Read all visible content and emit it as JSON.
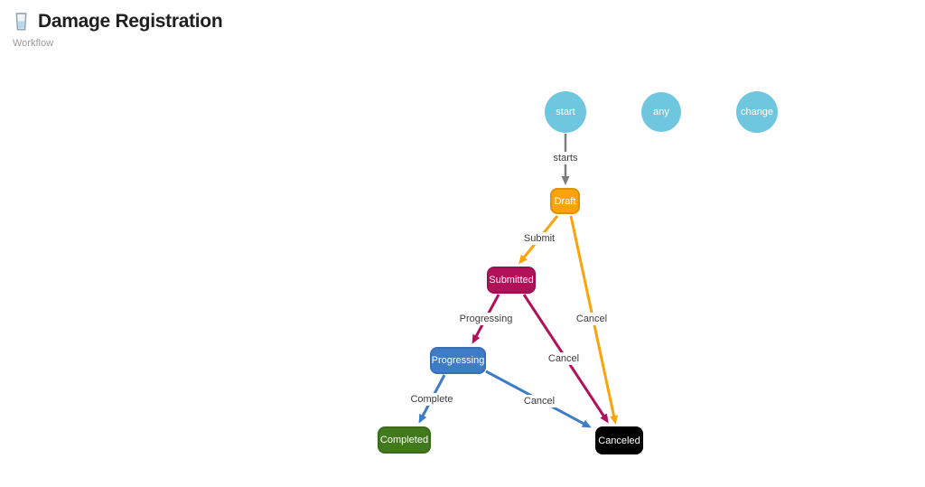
{
  "header": {
    "title": "Damage Registration",
    "subtitle": "Workflow",
    "icon": "glass-icon"
  },
  "diagram": {
    "nodes": {
      "start": {
        "label": "start",
        "type": "event-circle",
        "color": "#6EC6DF",
        "text_color": "#FFFFFF"
      },
      "any": {
        "label": "any",
        "type": "event-circle",
        "color": "#6EC6DF",
        "text_color": "#FFFFFF"
      },
      "change": {
        "label": "change",
        "type": "event-circle",
        "color": "#6EC6DF",
        "text_color": "#FFFFFF"
      },
      "draft": {
        "label": "Draft",
        "type": "state",
        "color": "#FAA30B",
        "text_color": "#FFFFFF"
      },
      "submitted": {
        "label": "Submitted",
        "type": "state",
        "color": "#B01159",
        "text_color": "#FFFFFF"
      },
      "progressing": {
        "label": "Progressing",
        "type": "state",
        "color": "#3E7CC7",
        "text_color": "#FFFFFF"
      },
      "completed": {
        "label": "Completed",
        "type": "state",
        "color": "#41791D",
        "text_color": "#FFFFFF"
      },
      "canceled": {
        "label": "Canceled",
        "type": "state",
        "color": "#000000",
        "text_color": "#FFFFFF"
      }
    },
    "edges": {
      "starts": {
        "label": "starts",
        "from": "start",
        "to": "draft",
        "color": "#7D7D7D"
      },
      "submit": {
        "label": "Submit",
        "from": "draft",
        "to": "submitted",
        "color": "#FAA30B"
      },
      "cancel_draft": {
        "label": "Cancel",
        "from": "draft",
        "to": "canceled",
        "color": "#FAA30B"
      },
      "progressing": {
        "label": "Progressing",
        "from": "submitted",
        "to": "progressing",
        "color": "#B01159"
      },
      "cancel_submitted": {
        "label": "Cancel",
        "from": "submitted",
        "to": "canceled",
        "color": "#B01159"
      },
      "complete": {
        "label": "Complete",
        "from": "progressing",
        "to": "completed",
        "color": "#3E7CC7"
      },
      "cancel_progressing": {
        "label": "Cancel",
        "from": "progressing",
        "to": "canceled",
        "color": "#3E7CC7"
      }
    }
  }
}
